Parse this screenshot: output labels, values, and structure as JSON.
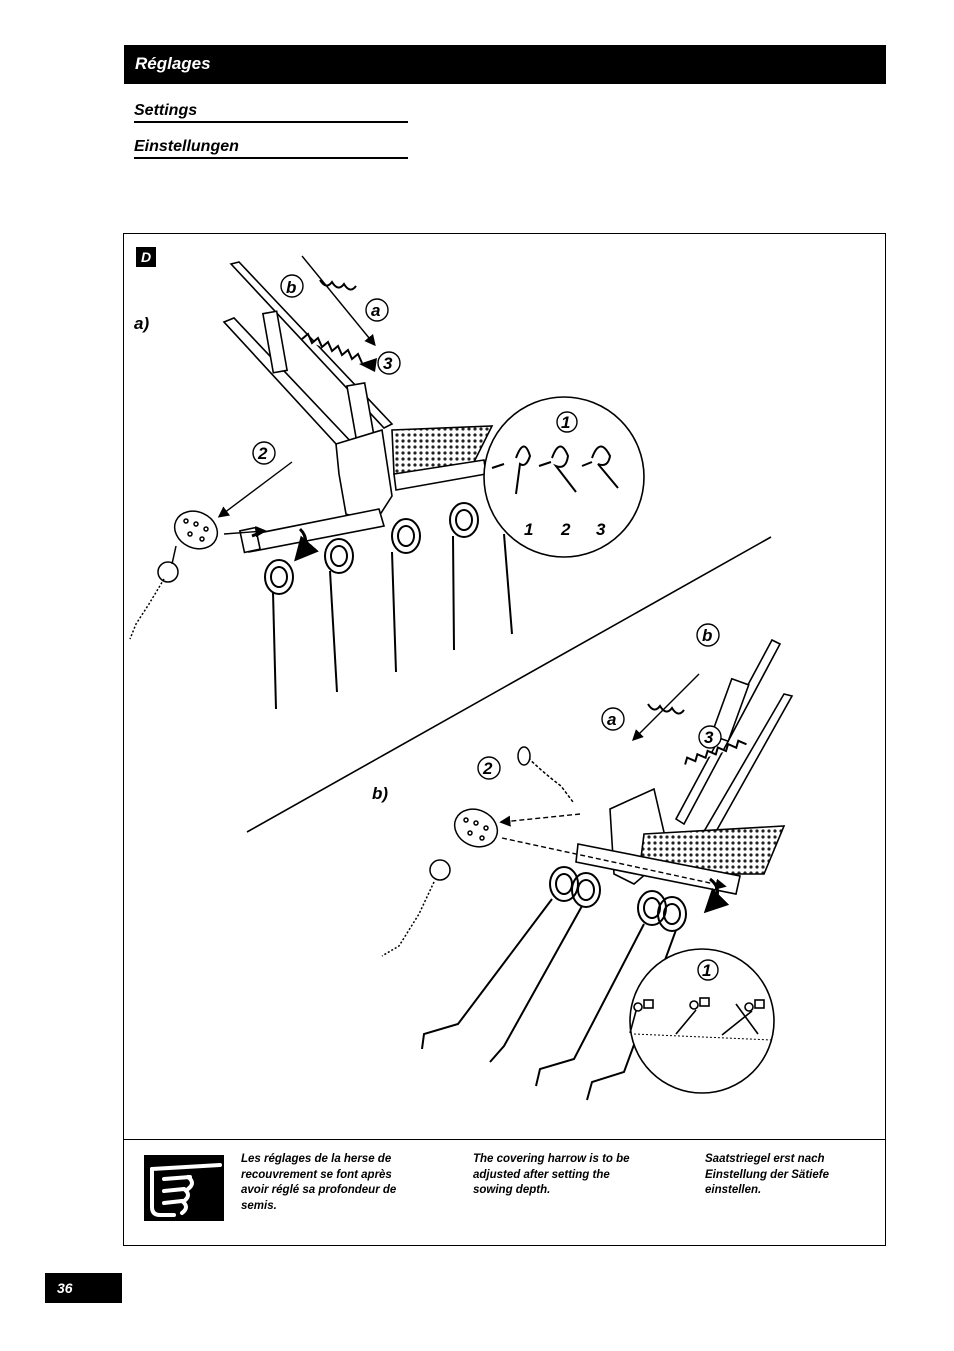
{
  "header": {
    "title": "Réglages"
  },
  "subtitles": {
    "en": "Settings",
    "de": "Einstellungen"
  },
  "figure": {
    "badge": "D",
    "part_a_label": "a)",
    "part_b_label": "b)",
    "callouts_a": {
      "b": "b",
      "a": "a",
      "three": "3",
      "two": "2",
      "one": "1"
    },
    "positions": [
      "1",
      "2",
      "3"
    ],
    "callouts_b": {
      "b": "b",
      "a": "a",
      "three": "3",
      "two": "2",
      "one": "1"
    }
  },
  "notes": {
    "fr": "Les réglages de la herse de recouvrement se font après avoir réglé sa profondeur de semis.",
    "en": "The covering harrow is to be adjusted after setting the sowing depth.",
    "de": "Saatstriegel erst nach Einstellung der Sätiefe einstellen."
  },
  "icons": {
    "note": "pointing-hand-icon"
  },
  "page_number": "36"
}
